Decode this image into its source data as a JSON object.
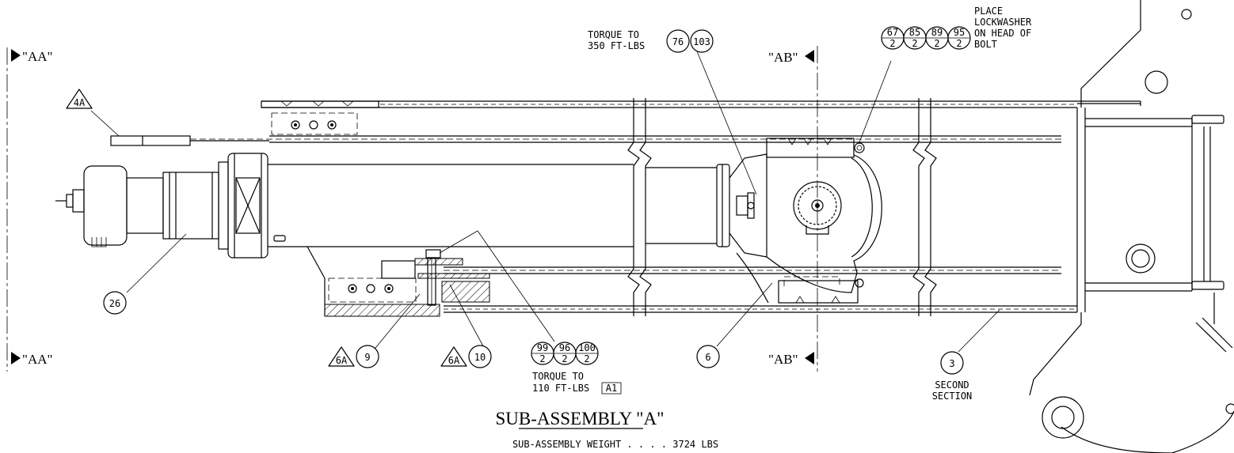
{
  "title": "SUB-ASSEMBLY \"A\"",
  "weight_note": "SUB-ASSEMBLY WEIGHT . . . . 3724 LBS",
  "section_aa": "\"AA\"",
  "section_ab": "\"AB\"",
  "notes": {
    "torque_top_1": "TORQUE TO",
    "torque_top_2": "350 FT-LBS",
    "torque_bottom_1": "TORQUE TO",
    "torque_bottom_2": "110 FT-LBS",
    "torque_bottom_box": "A1",
    "lockwasher_1": "PLACE",
    "lockwasher_2": "LOCKWASHER",
    "lockwasher_3": "ON HEAD OF",
    "lockwasher_4": "BOLT",
    "second_1": "SECOND",
    "second_2": "SECTION"
  },
  "callouts": {
    "c26": "26",
    "c9": "9",
    "c10": "10",
    "c6": "6",
    "c3": "3",
    "c76": "76",
    "c103": "103",
    "t4a": "4A",
    "t6a_1": "6A",
    "t6a_2": "6A"
  },
  "split_top": [
    {
      "n": "67",
      "d": "2"
    },
    {
      "n": "85",
      "d": "2"
    },
    {
      "n": "89",
      "d": "2"
    },
    {
      "n": "95",
      "d": "2"
    }
  ],
  "split_bottom": [
    {
      "n": "99",
      "d": "2"
    },
    {
      "n": "96",
      "d": "2"
    },
    {
      "n": "100",
      "d": "2"
    }
  ]
}
